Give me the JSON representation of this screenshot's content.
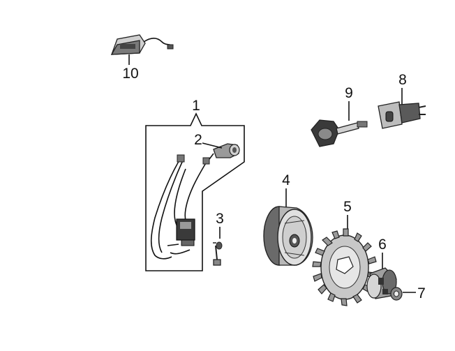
{
  "diagram": {
    "callouts": [
      {
        "id": "1",
        "text": "1"
      },
      {
        "id": "2",
        "text": "2"
      },
      {
        "id": "3",
        "text": "3"
      },
      {
        "id": "4",
        "text": "4"
      },
      {
        "id": "5",
        "text": "5"
      },
      {
        "id": "6",
        "text": "6"
      },
      {
        "id": "7",
        "text": "7"
      },
      {
        "id": "8",
        "text": "8"
      },
      {
        "id": "9",
        "text": "9"
      },
      {
        "id": "10",
        "text": "10"
      }
    ],
    "colors": {
      "background": "#ffffff",
      "ink": "#111111",
      "part_dark": "#2a2a2a",
      "part_mid": "#8a8a8a",
      "part_light": "#d8d8d8"
    }
  }
}
